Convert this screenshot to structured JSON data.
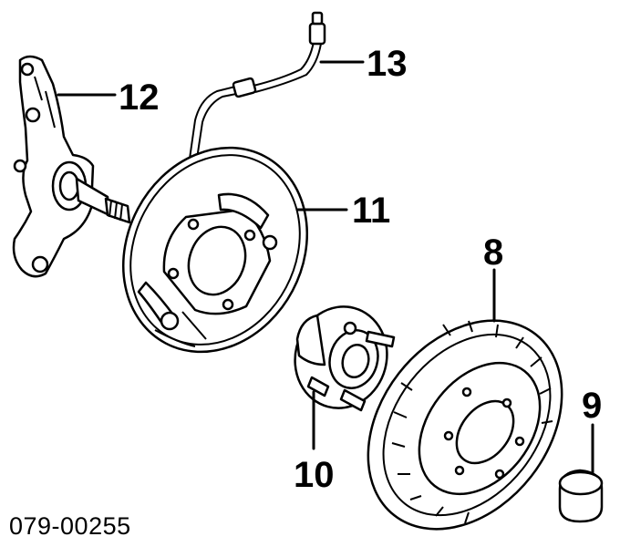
{
  "callouts": [
    {
      "id": "13",
      "label": "13"
    },
    {
      "id": "12",
      "label": "12"
    },
    {
      "id": "11",
      "label": "11"
    },
    {
      "id": "8",
      "label": "8"
    },
    {
      "id": "9",
      "label": "9"
    },
    {
      "id": "10",
      "label": "10"
    }
  ],
  "diagram_code": "079-00255",
  "parts": [
    {
      "ref": "8",
      "icon": "brake-drum-icon"
    },
    {
      "ref": "9",
      "icon": "hub-cap-icon"
    },
    {
      "ref": "10",
      "icon": "wheel-hub-icon"
    },
    {
      "ref": "11",
      "icon": "backing-plate-icon"
    },
    {
      "ref": "12",
      "icon": "steering-knuckle-icon"
    },
    {
      "ref": "13",
      "icon": "brake-hose-icon"
    }
  ]
}
